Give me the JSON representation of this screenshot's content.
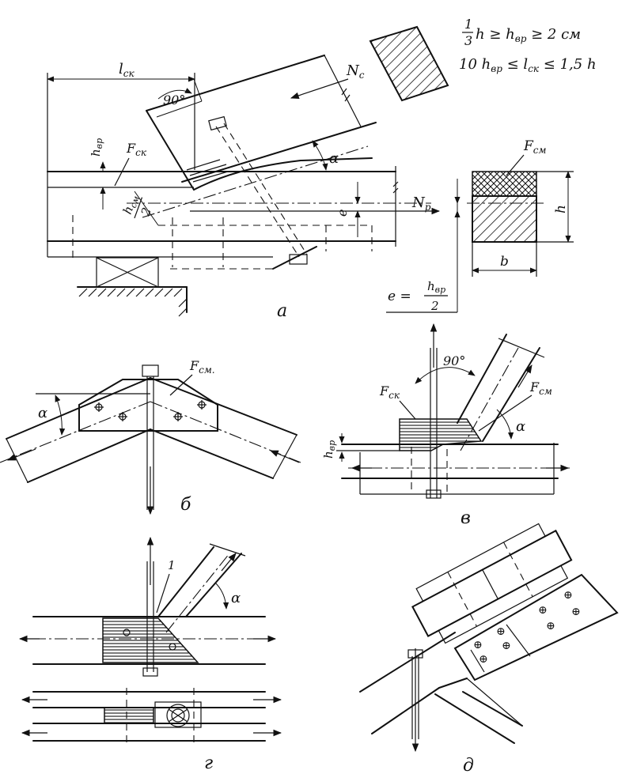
{
  "formulas": {
    "line1": "1/3 h ≥ h_вр ≥ 2 см",
    "line1_fraction_top": "1",
    "line1_fraction_bottom": "3",
    "line1_rest": "h ≥ h",
    "line1_sub": "вр",
    "line1_tail": " ≥ 2 см",
    "line2_head": "10 h",
    "line2_sub1": "вр",
    "line2_mid": " ≤ l",
    "line2_sub2": "ск",
    "line2_tail": " ≤ 1,5 h"
  },
  "panel_a": {
    "caption": "а",
    "l_ck_base": "l",
    "l_ck_sub": "ск",
    "angle_90": "90°",
    "N_c_base": "N",
    "N_c_sub": "c",
    "alpha": "α",
    "h_bp_base": "h",
    "h_bp_sub": "вр",
    "F_ck_base": "F",
    "F_ck_sub": "ск",
    "h_cm_half_num": "h",
    "h_cm_half_num_sub": "см",
    "h_cm_half_den": "2",
    "e_label": "e",
    "N_p_base": "N",
    "N_p_sub": "р",
    "e_formula_left": "e =",
    "e_formula_num": "h",
    "e_formula_num_sub": "вр",
    "e_formula_den": "2",
    "F_cm_base": "F",
    "F_cm_sub": "см",
    "h_label": "h",
    "b_label": "b"
  },
  "panel_b": {
    "caption": "б",
    "alpha": "α",
    "F_cm_base": "F",
    "F_cm_sub": "см."
  },
  "panel_v": {
    "caption": "в",
    "angle_90": "90°",
    "F_ck_base": "F",
    "F_ck_sub": "ск",
    "F_cm_base": "F",
    "F_cm_sub": "см",
    "alpha": "α",
    "h_bp_base": "h",
    "h_bp_sub": "вр"
  },
  "panel_g": {
    "caption": "г",
    "marker_1": "1",
    "alpha": "α"
  },
  "panel_d": {
    "caption": "д"
  }
}
